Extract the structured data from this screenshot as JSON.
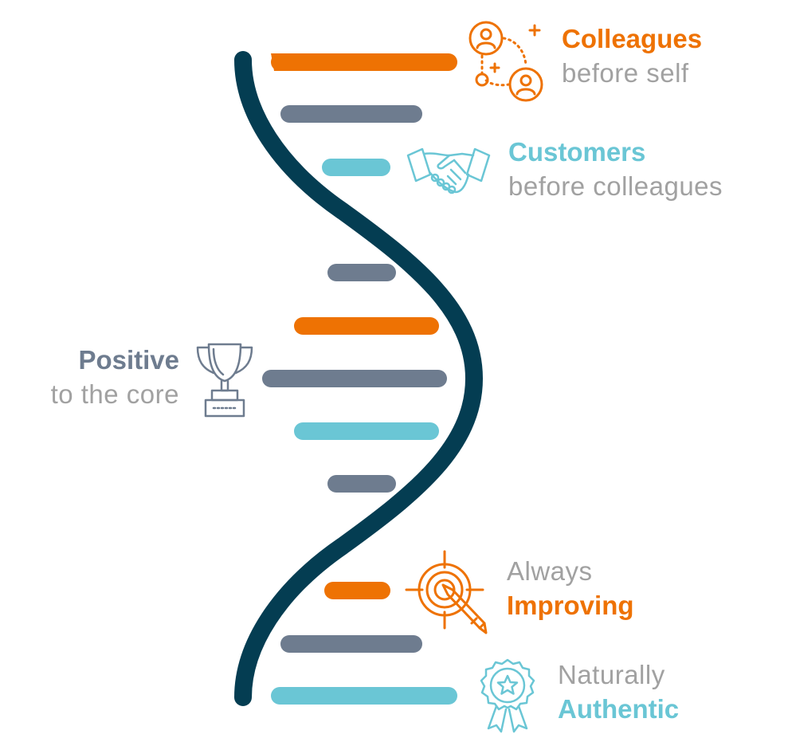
{
  "colors": {
    "orange": "#ee7203",
    "slate": "#6e7c8f",
    "teal": "#6ac6d5",
    "navy": "#043d52",
    "light_text": "#a1a1a1"
  },
  "values": [
    {
      "id": "colleagues",
      "strong": "Colleagues",
      "light": "before self",
      "color": "#ee7203",
      "icon": "people-plus-icon"
    },
    {
      "id": "customers",
      "strong": "Customers",
      "light": "before colleagues",
      "color": "#6ac6d5",
      "icon": "handshake-icon"
    },
    {
      "id": "positive",
      "strong": "Positive",
      "light": "to the core",
      "color": "#6e7c8f",
      "icon": "trophy-icon"
    },
    {
      "id": "improving",
      "light": "Always",
      "strong": "Improving",
      "color": "#ee7203",
      "icon": "target-pencil-icon"
    },
    {
      "id": "authentic",
      "light": "Naturally",
      "strong": "Authentic",
      "color": "#6ac6d5",
      "icon": "award-badge-icon"
    }
  ],
  "rungs": [
    {
      "color": "orange"
    },
    {
      "color": "slate"
    },
    {
      "color": "teal"
    },
    {
      "color": "slate"
    },
    {
      "color": "orange"
    },
    {
      "color": "slate"
    },
    {
      "color": "teal"
    },
    {
      "color": "slate"
    },
    {
      "color": "orange"
    },
    {
      "color": "slate"
    },
    {
      "color": "teal"
    }
  ]
}
